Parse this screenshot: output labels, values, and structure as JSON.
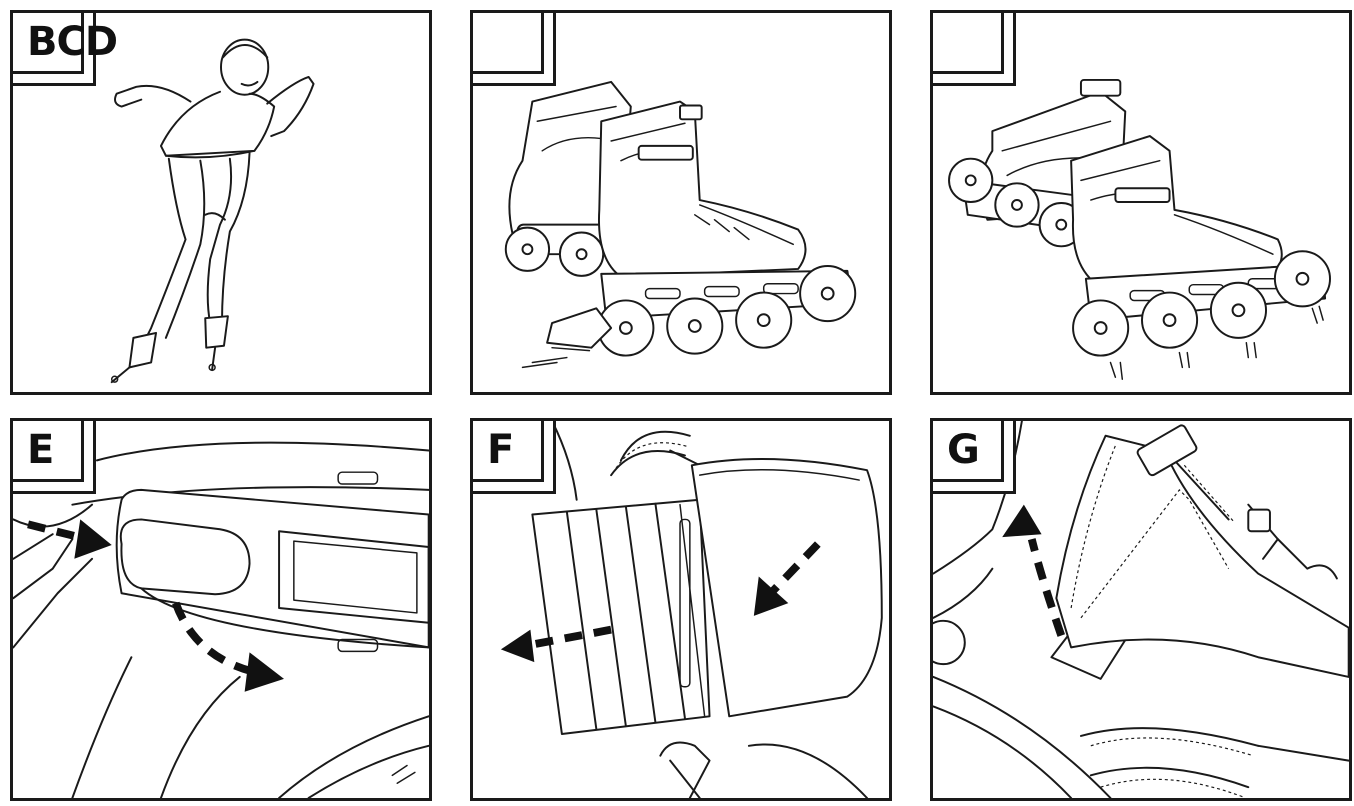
{
  "panels": [
    {
      "label": "BCD"
    },
    {
      "label": ""
    },
    {
      "label": ""
    },
    {
      "label": "E"
    },
    {
      "label": "F"
    },
    {
      "label": "G"
    }
  ]
}
